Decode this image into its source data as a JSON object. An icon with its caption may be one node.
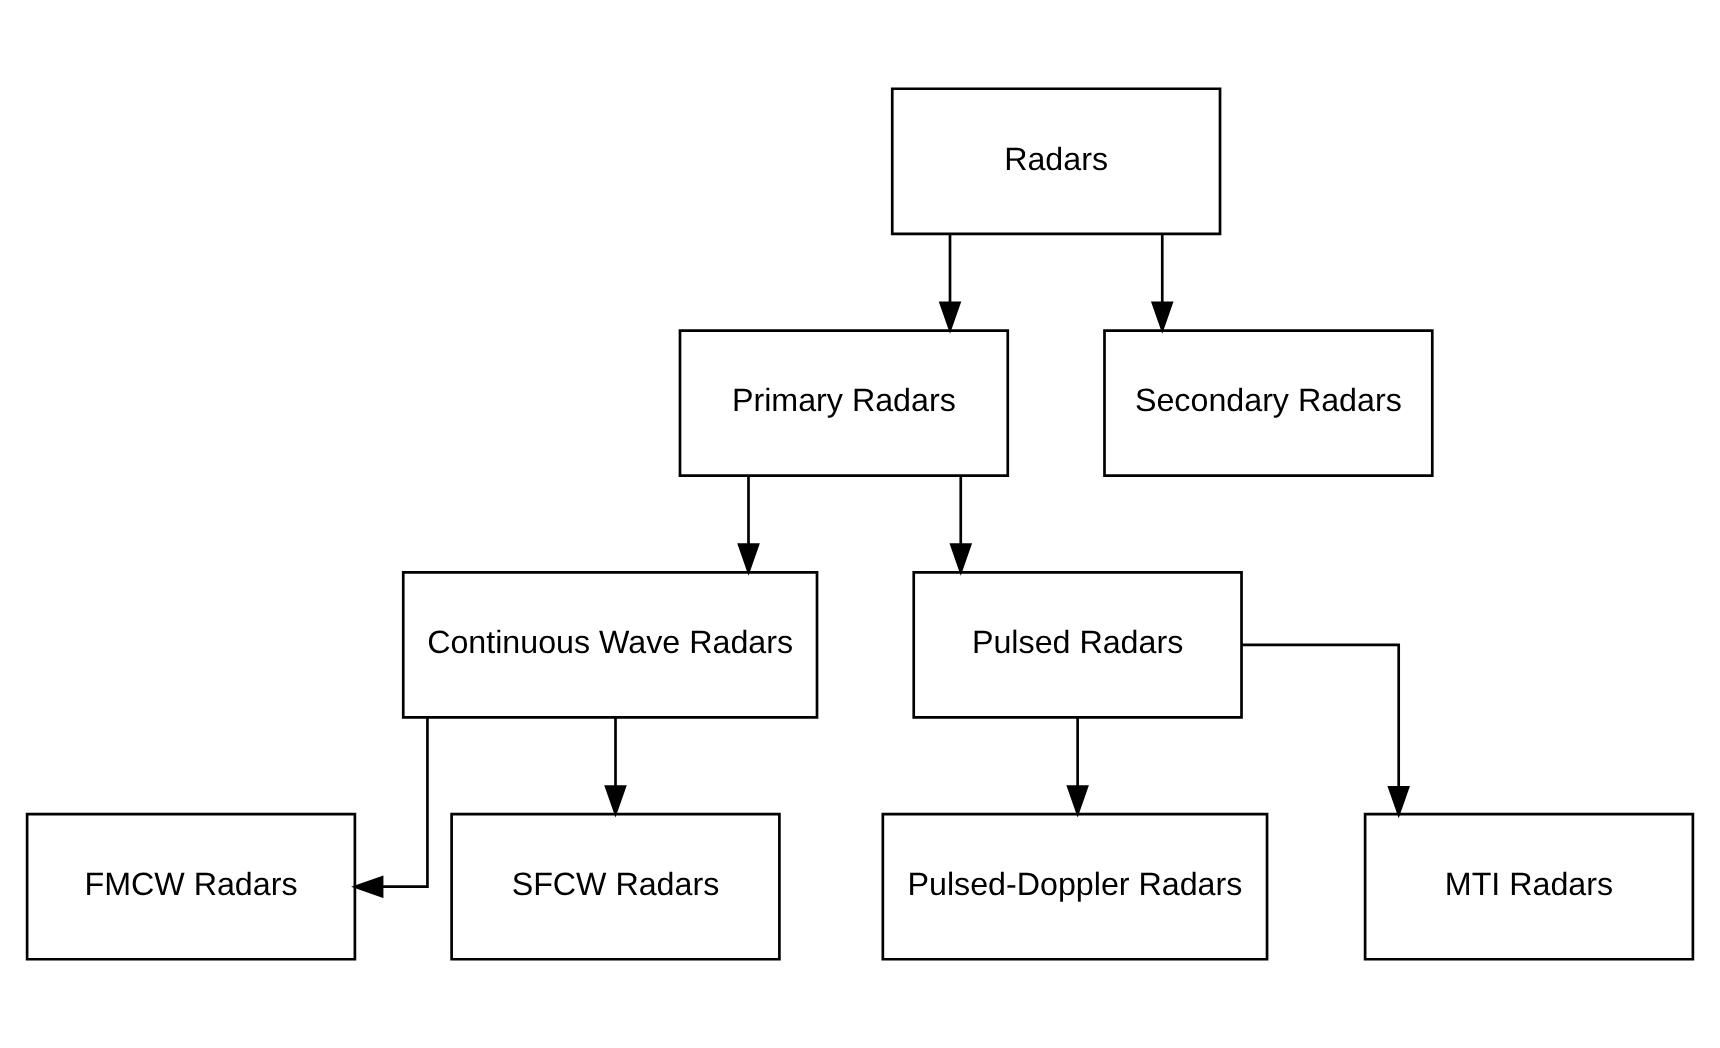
{
  "diagram": {
    "nodes": [
      {
        "text": [
          "Radars"
        ]
      },
      {
        "text": [
          "Primary Radars"
        ]
      },
      {
        "text": [
          "Secondary Radars"
        ]
      },
      {
        "text": [
          "Continuous Wave Radars"
        ]
      },
      {
        "text": [
          "Pulsed Radars"
        ]
      },
      {
        "text": [
          "FMCW Radars"
        ]
      },
      {
        "text": [
          "SFCW Radars"
        ]
      },
      {
        "text": [
          "Pulsed-Doppler Radars"
        ]
      },
      {
        "text": [
          "MTI Radars"
        ]
      }
    ],
    "edges": [
      {
        "from": 0,
        "to": 1,
        "arrow": "to"
      },
      {
        "from": 0,
        "to": 2,
        "arrow": "to"
      },
      {
        "from": 1,
        "to": 3,
        "arrow": "to"
      },
      {
        "from": 1,
        "to": 4,
        "arrow": "to"
      },
      {
        "from": 3,
        "to": 5,
        "arrow": "to"
      },
      {
        "from": 3,
        "to": 6,
        "arrow": "to"
      },
      {
        "from": 4,
        "to": 7,
        "arrow": "to"
      },
      {
        "from": 4,
        "to": 8,
        "arrow": "to"
      }
    ]
  }
}
